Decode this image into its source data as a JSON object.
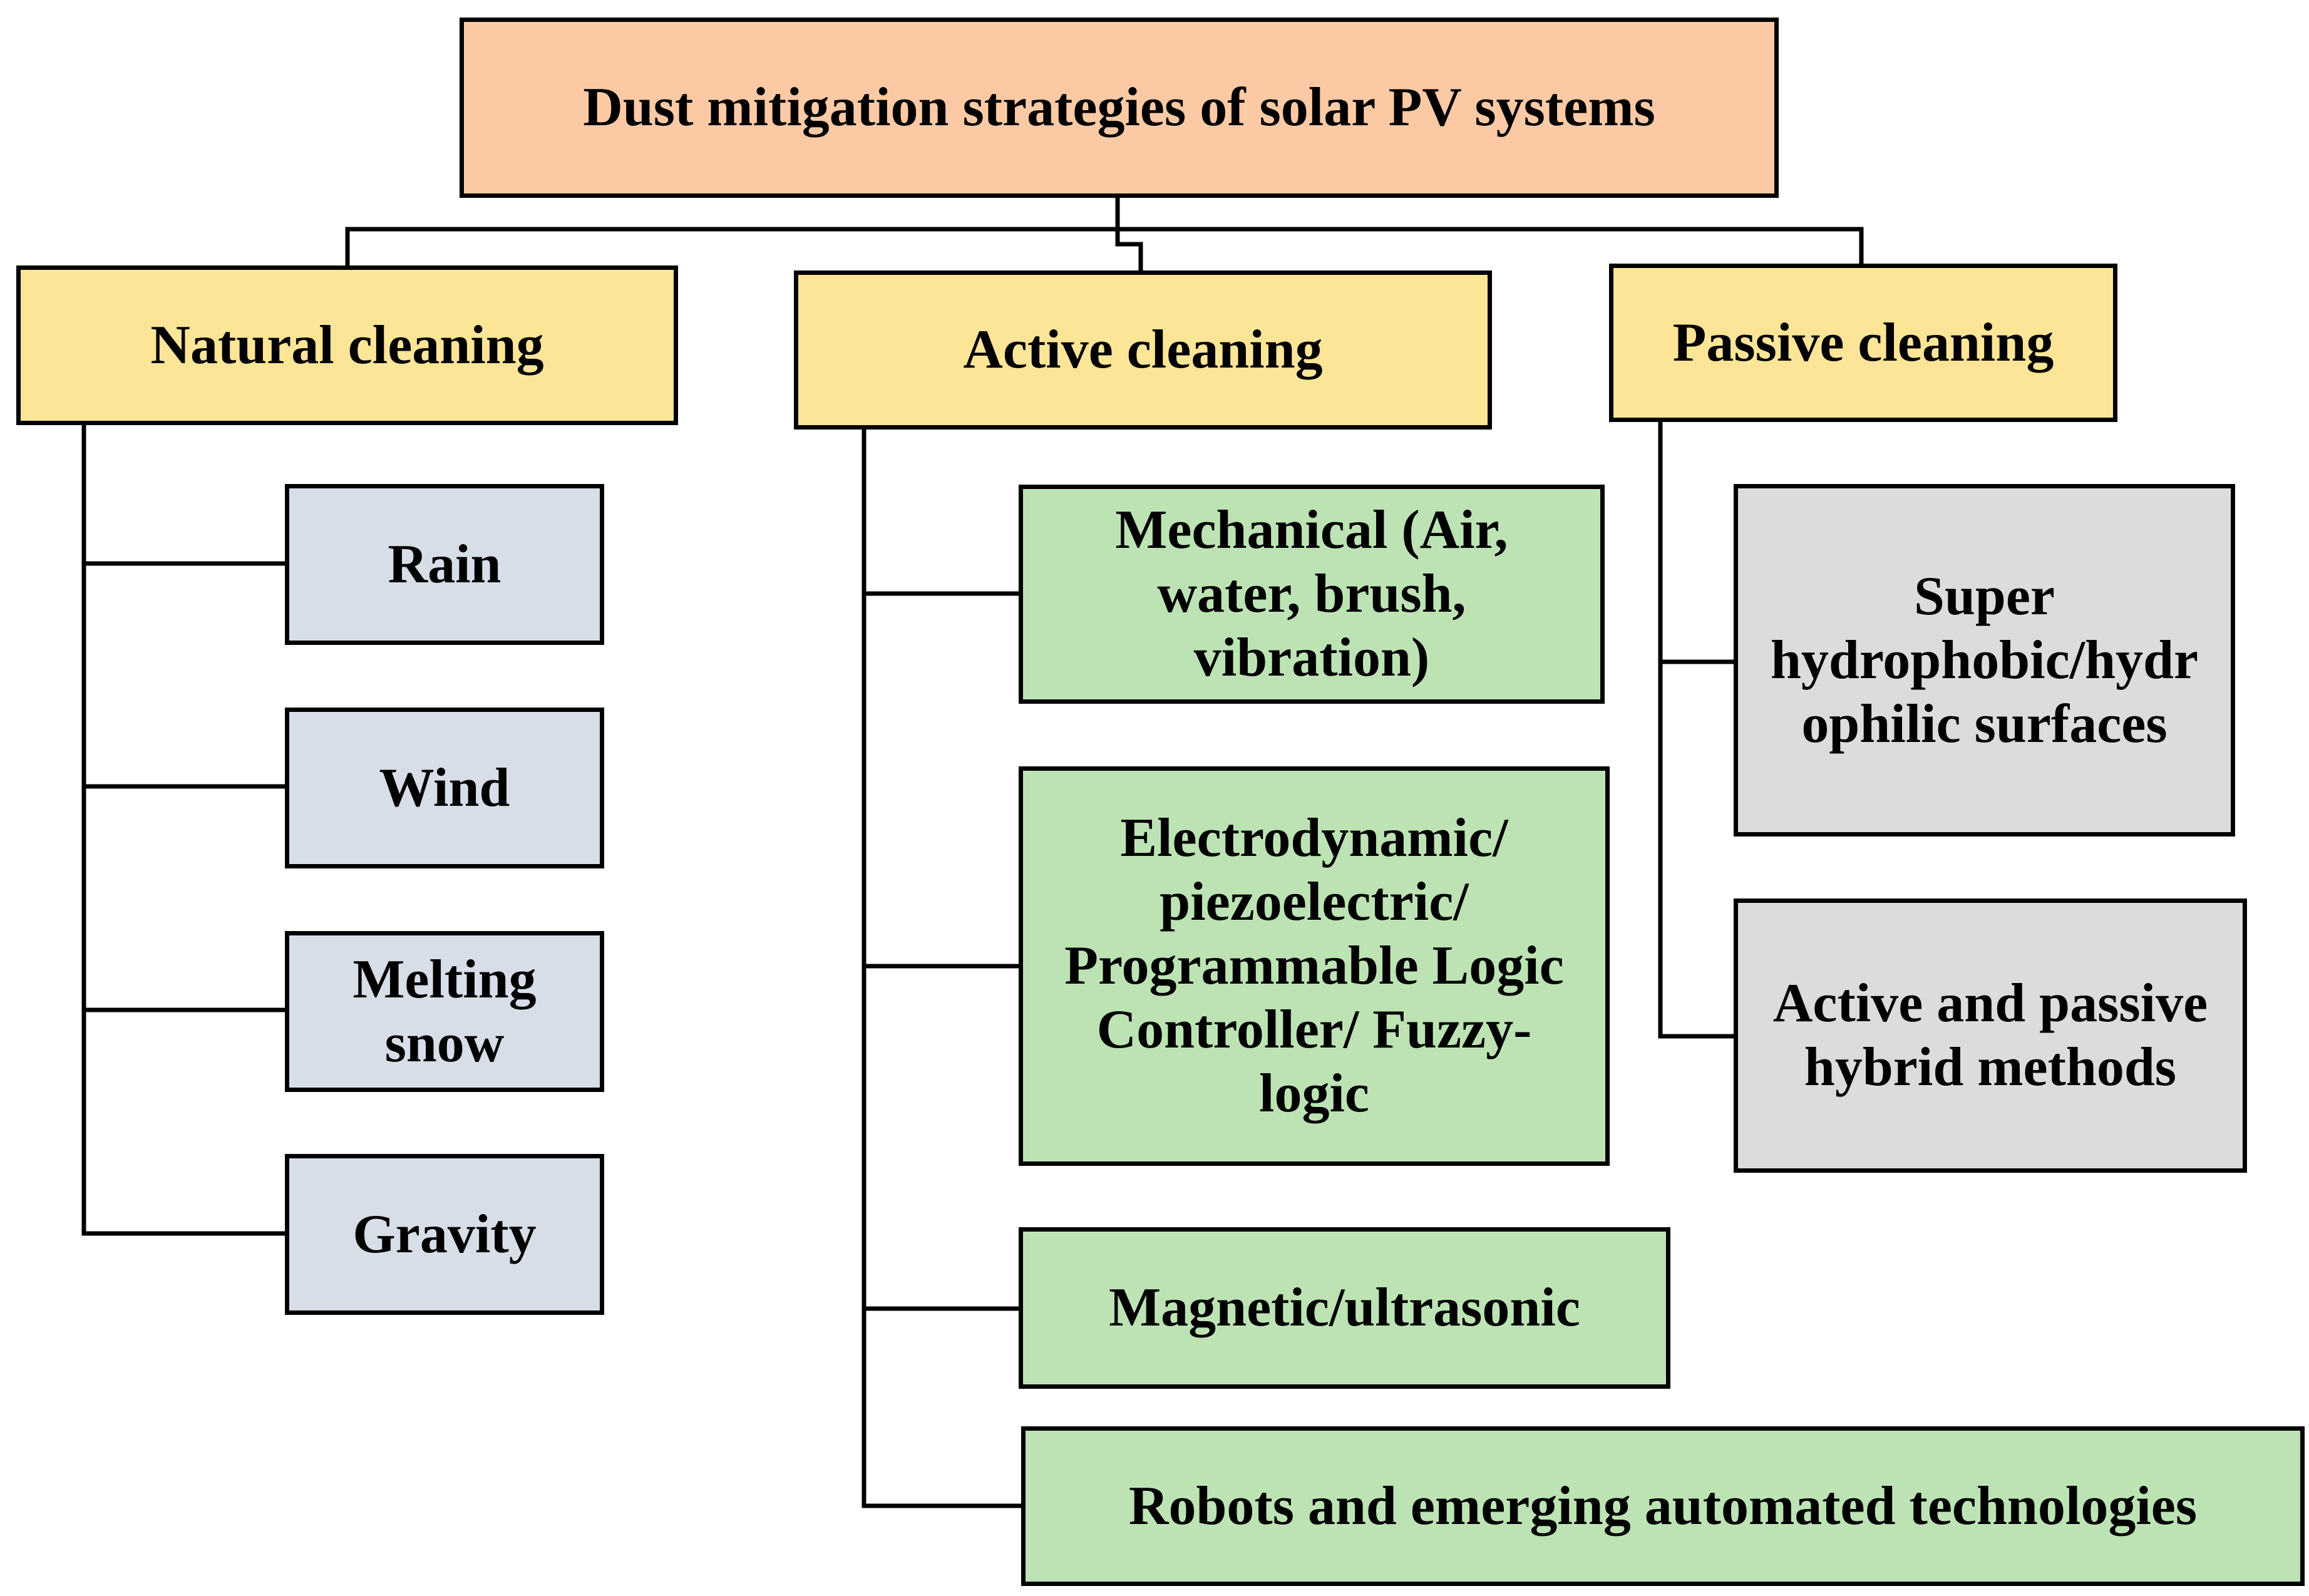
{
  "root": {
    "label": "Dust mitigation strategies of solar PV systems"
  },
  "categories": {
    "natural": {
      "label": "Natural cleaning",
      "items": [
        "Rain",
        "Wind",
        "Melting\nsnow",
        "Gravity"
      ]
    },
    "active": {
      "label": "Active cleaning",
      "items": [
        "Mechanical (Air,\nwater, brush,\nvibration)",
        "Electrodynamic/\npiezoelectric/\nProgrammable Logic\nController/ Fuzzy-\nlogic",
        "Magnetic/ultrasonic",
        "Robots and emerging automated technologies"
      ]
    },
    "passive": {
      "label": "Passive cleaning",
      "items": [
        "Super\nhydrophobic/hydr\nophilic surfaces",
        "Active and passive\nhybrid methods"
      ]
    }
  },
  "colors": {
    "root_fill": "#fbcaa5",
    "category_fill": "#fde597",
    "natural_fill": "#d7dee8",
    "active_fill": "#bde3b5",
    "passive_fill": "#dcdcdc",
    "outline": "#000000"
  }
}
